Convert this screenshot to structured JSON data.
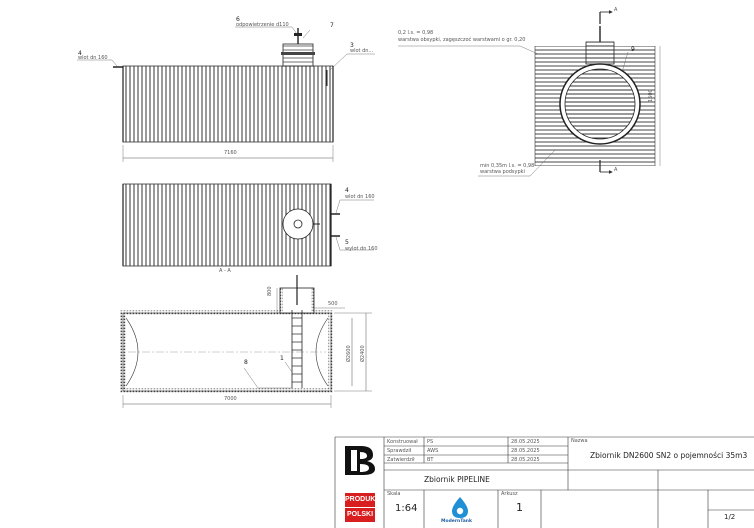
{
  "drawing": {
    "callouts": {
      "c6": "6",
      "c6_text": "odpowietrzenie d110",
      "c7": "7",
      "c4": "4",
      "c4_text": "wlot dn 160",
      "c3": "3",
      "c3_text": "wlot dn..."
    },
    "dims": {
      "length_side": "7160",
      "section_label": "A - A",
      "length_section": "7000",
      "diam_outer": "Ø2600",
      "diam_inner": "Ø2400",
      "dim_500": "500",
      "dim_800": "800",
      "height_end": "1600",
      "arrow_a_top": "A",
      "arrow_a_bottom": "A"
    },
    "top_view": {
      "c4": "4",
      "c4_text": "wlot dn 160",
      "c5": "5",
      "c5_text": "wylot dn 160"
    },
    "end_view": {
      "note1_val": "0,2 l.s. = 0,98",
      "note1_text": "warstwa obsypki, zagęszczoć warstwami o gr. 0,20",
      "note2_val": "min 0,35m l.s. = 0,98",
      "note2_text": "warstwa podsypki",
      "c9": "9"
    },
    "section": {
      "c8": "8",
      "c1": "1"
    }
  },
  "title_block": {
    "rows": [
      {
        "role": "Konstruował",
        "initials": "PS",
        "date": "28.05.2025"
      },
      {
        "role": "Sprawdził",
        "initials": "AWS",
        "date": "28.05.2025"
      },
      {
        "role": "Zatwierdził",
        "initials": "BT",
        "date": "28.05.2025"
      }
    ],
    "name_label": "Nazwa",
    "name": "Zbiornik DN2600 SN2 o pojemności 35m3",
    "project": "Zbiornik PIPELINE",
    "scale_label": "Skala",
    "scale": "1:64",
    "sheet_label": "Arkusz",
    "sheet": "1",
    "sheet_of": "1/2",
    "badge_line1": "PRODUKT",
    "badge_line2": "POLSKI",
    "company": "ModernTank",
    "colors": {
      "badge_red": "#d81e1e",
      "logo_blue": "#1f8fd6"
    }
  }
}
